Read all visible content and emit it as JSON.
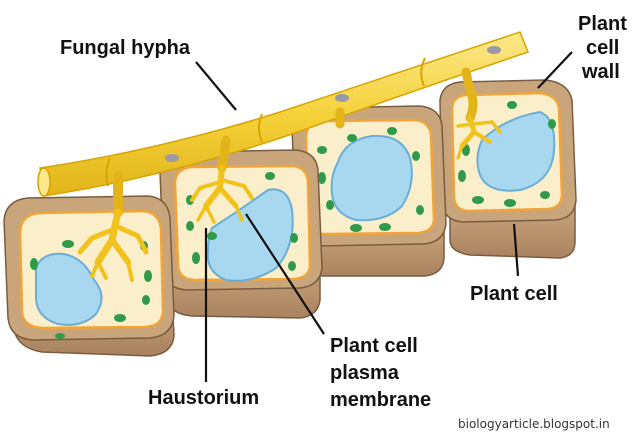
{
  "labels": {
    "fungal_hypha": "Fungal hypha",
    "plant_cell_wall": [
      "Plant",
      "cell",
      "wall"
    ],
    "plant_cell": "Plant cell",
    "plasma_membrane": [
      "Plant cell",
      "plasma",
      "membrane"
    ],
    "haustorium": "Haustorium"
  },
  "credit": "biologyarticle.blogspot.in",
  "colors": {
    "cell_wall": "#c9a57c",
    "cell_wall_dark": "#8a6a48",
    "cytoplasm": "#fbeeca",
    "plasma_membrane": "#f0a43a",
    "vacuole": "#a8d8f0",
    "vacuole_edge": "#6aaed6",
    "chloroplast": "#2f9b4a",
    "hypha": "#f7d23a",
    "hypha_edge": "#d9a400",
    "nucleus": "#9a9aa6"
  }
}
